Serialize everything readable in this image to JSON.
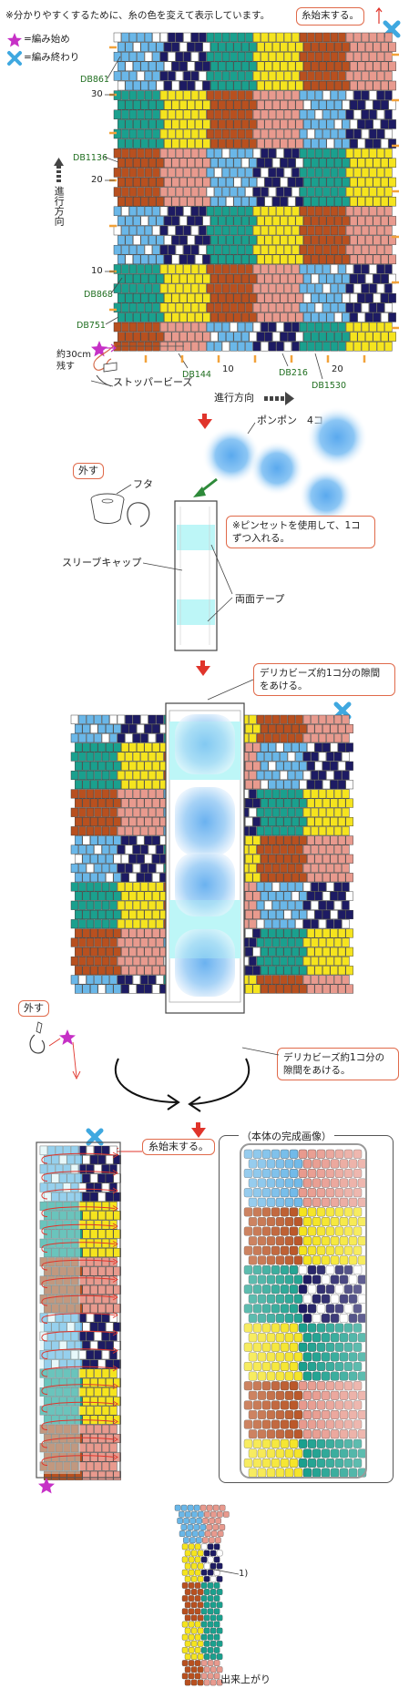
{
  "intro_note": "※分かりやすくするために、糸の色を変えて表示しています。",
  "legend": {
    "start_label": "=編み始め",
    "end_label": "=編み終わり"
  },
  "thread_end_note": "糸始末する。",
  "bead_labels": [
    "DB861",
    "DB1136",
    "DB868",
    "DB751",
    "DB144",
    "DB216",
    "DB1530"
  ],
  "row_numbers": [
    "30",
    "20",
    "10"
  ],
  "col_numbers": [
    "10",
    "20"
  ],
  "direction_vertical": "進行方向",
  "direction_horizontal": "進行方向",
  "leftover_thread": "約30cm残す",
  "stopper_bead": "ストッパービーズ",
  "pompom_label": "ポンポン　4コ",
  "remove_label_1": "外す",
  "lid_label": "フタ",
  "tweezers_note": "※ピンセットを使用して、1コずつ入れる。",
  "sleeve_cap_label": "スリーブキャップ",
  "tape_label": "両面テープ",
  "gap_note_top": "デリカビーズ約1コ分の隙間をあける。",
  "gap_note_bottom": "デリカビーズ約1コ分の隙間をあける。",
  "remove_label_2": "外す",
  "thread_end_note_2": "糸始末する。",
  "finished_body_label": "（本体の完成画像）",
  "item_marker": "1)",
  "complete_label": "出来上がり",
  "colors": {
    "yellow": "#f5e41e",
    "pink": "#e89a8e",
    "teal": "#1aa08e",
    "skyblue": "#6ab7e8",
    "navy": "#1d1b63",
    "brown": "#b8501f",
    "white": "#ffffff",
    "accent_red": "#e0342b",
    "star": "#c630c6",
    "cross": "#3fa8e0"
  }
}
